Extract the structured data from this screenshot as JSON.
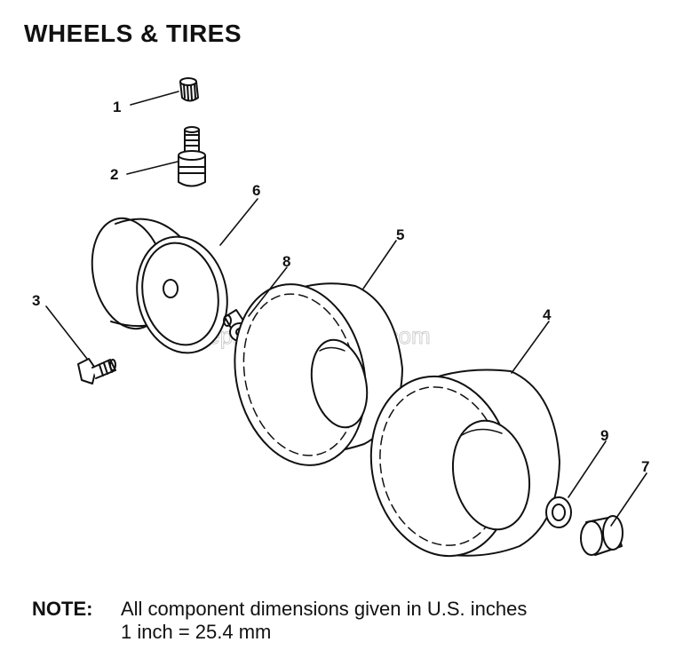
{
  "title": "WHEELS & TIRES",
  "callouts": {
    "c1": "1",
    "c2": "2",
    "c3": "3",
    "c4": "4",
    "c5": "5",
    "c6": "6",
    "c7": "7",
    "c8": "8",
    "c9": "9"
  },
  "watermark": "eReplacementParts.com",
  "note": {
    "label": "NOTE:",
    "line1": "All component dimensions given in U.S. inches",
    "line2": "1 inch = 25.4 mm"
  }
}
